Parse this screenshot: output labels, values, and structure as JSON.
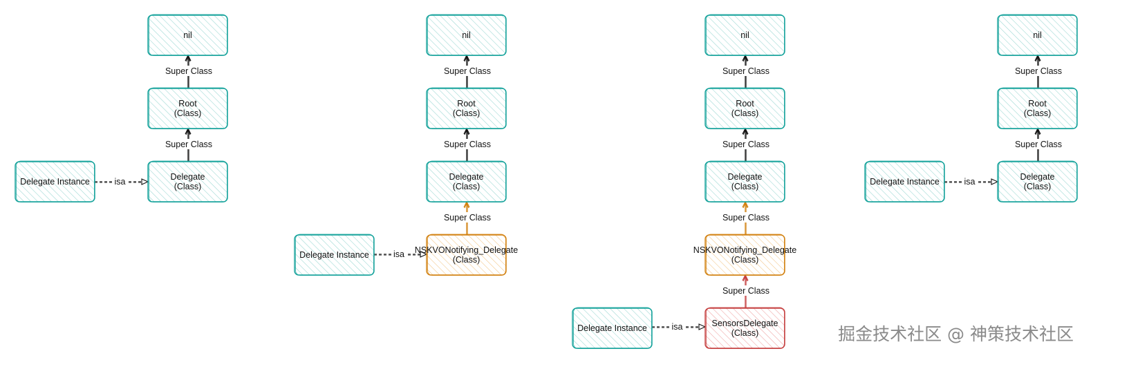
{
  "colors": {
    "teal": "#12a19a",
    "teal_fill": "#9fd9d4",
    "orange": "#d17f0c",
    "orange_fill": "#f3c98f",
    "red": "#c43c3c",
    "red_fill": "#f0a8a8",
    "edge": "#111111",
    "watermark": "#8a8a8a"
  },
  "labels": {
    "nil": "nil",
    "root": [
      "Root",
      "(Class)"
    ],
    "delegate": [
      "Delegate",
      "(Class)"
    ],
    "kvo": [
      "NSKVONotifying_Delegate",
      "(Class)"
    ],
    "sensors": [
      "SensorsDelegate",
      "(Class)"
    ],
    "instance": "Delegate Instance",
    "super_class": "Super Class",
    "isa": "isa"
  },
  "watermark": "掘金技术社区 @ 神策技术社区"
}
